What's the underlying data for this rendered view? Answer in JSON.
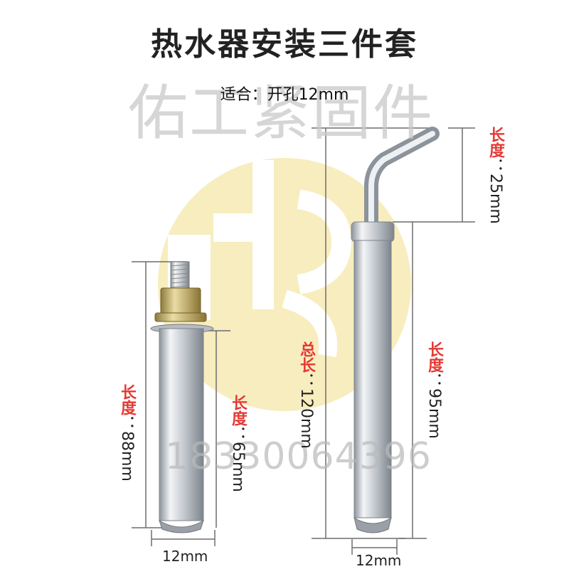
{
  "title": "热水器安装三件套",
  "subtitle": "适合：开孔12mm",
  "watermark": {
    "brand": "佑工紧固件",
    "phone": "18330064396"
  },
  "left_bolt": {
    "total_length": {
      "key": "长度",
      "value": "：88mm"
    },
    "sleeve_length": {
      "key": "长度",
      "value": "：65mm"
    },
    "diameter": "12mm"
  },
  "right_bolt": {
    "total_length": {
      "key": "总长",
      "value": "：120mm"
    },
    "hook_length": {
      "key": "长度",
      "value": "：25mm"
    },
    "sleeve_length": {
      "key": "长度",
      "value": "：95mm"
    },
    "diameter": "12mm"
  },
  "colors": {
    "label_key": "#e53935",
    "logo_yellow": "#f2e08a",
    "steel": "#c9cdd3",
    "brass": "#c9b26a"
  }
}
